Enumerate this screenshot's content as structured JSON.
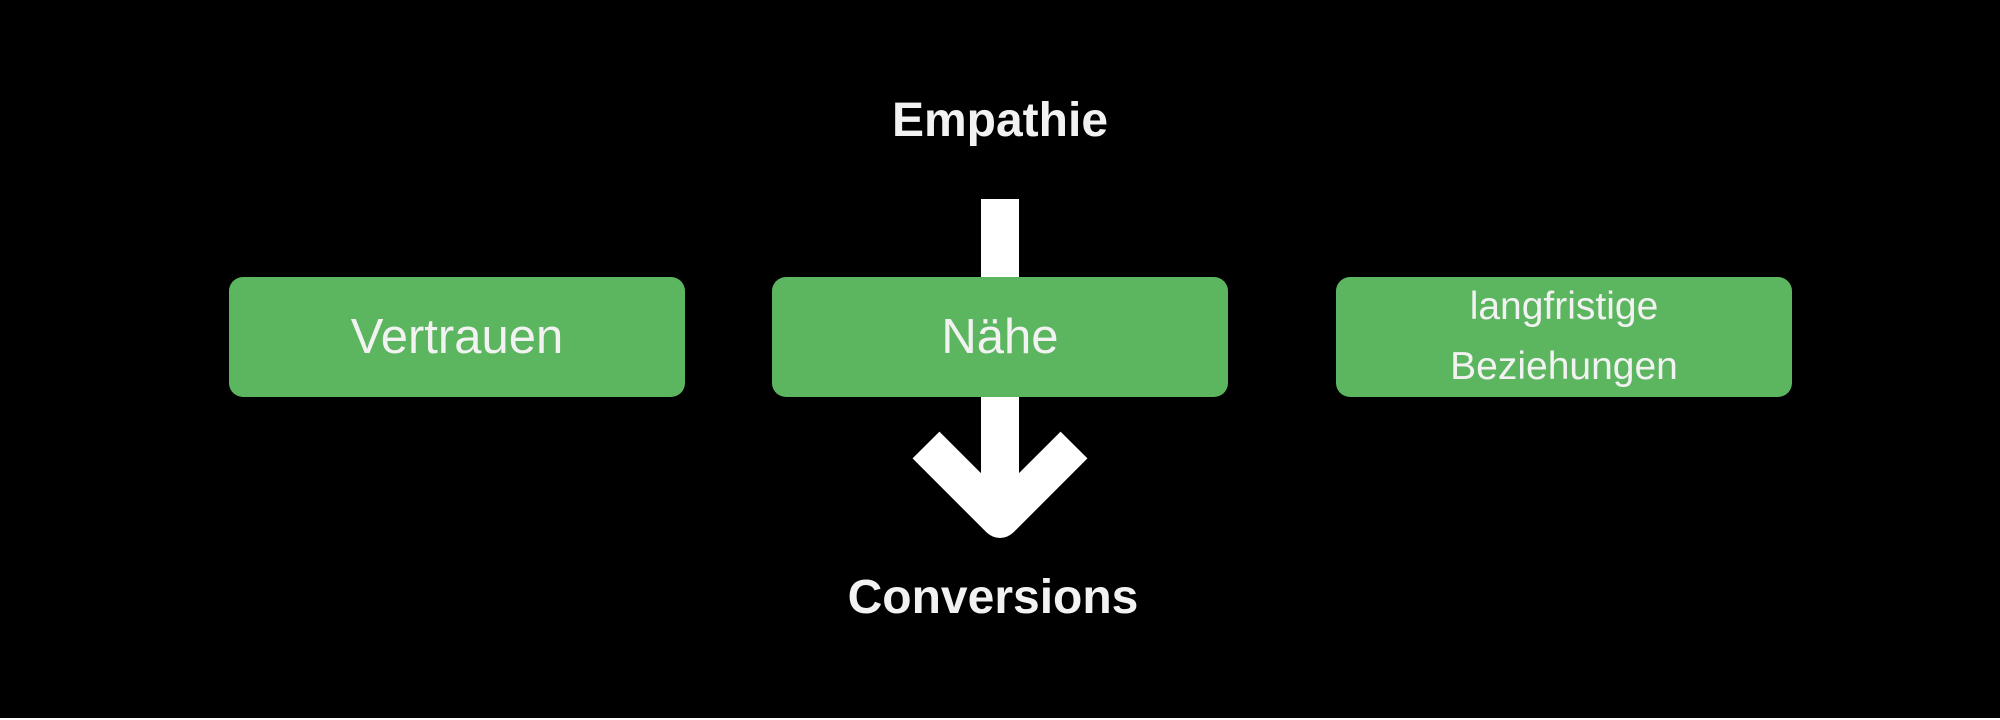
{
  "diagram": {
    "top_label": "Empathie",
    "bottom_label": "Conversions",
    "boxes": [
      {
        "label": "Vertrauen"
      },
      {
        "label": "Nähe"
      },
      {
        "label": "langfristige\nBeziehungen"
      }
    ]
  },
  "colors": {
    "background": "#000000",
    "box_fill": "#5cb55f",
    "text": "#f2f2f2",
    "arrow": "#ffffff"
  }
}
